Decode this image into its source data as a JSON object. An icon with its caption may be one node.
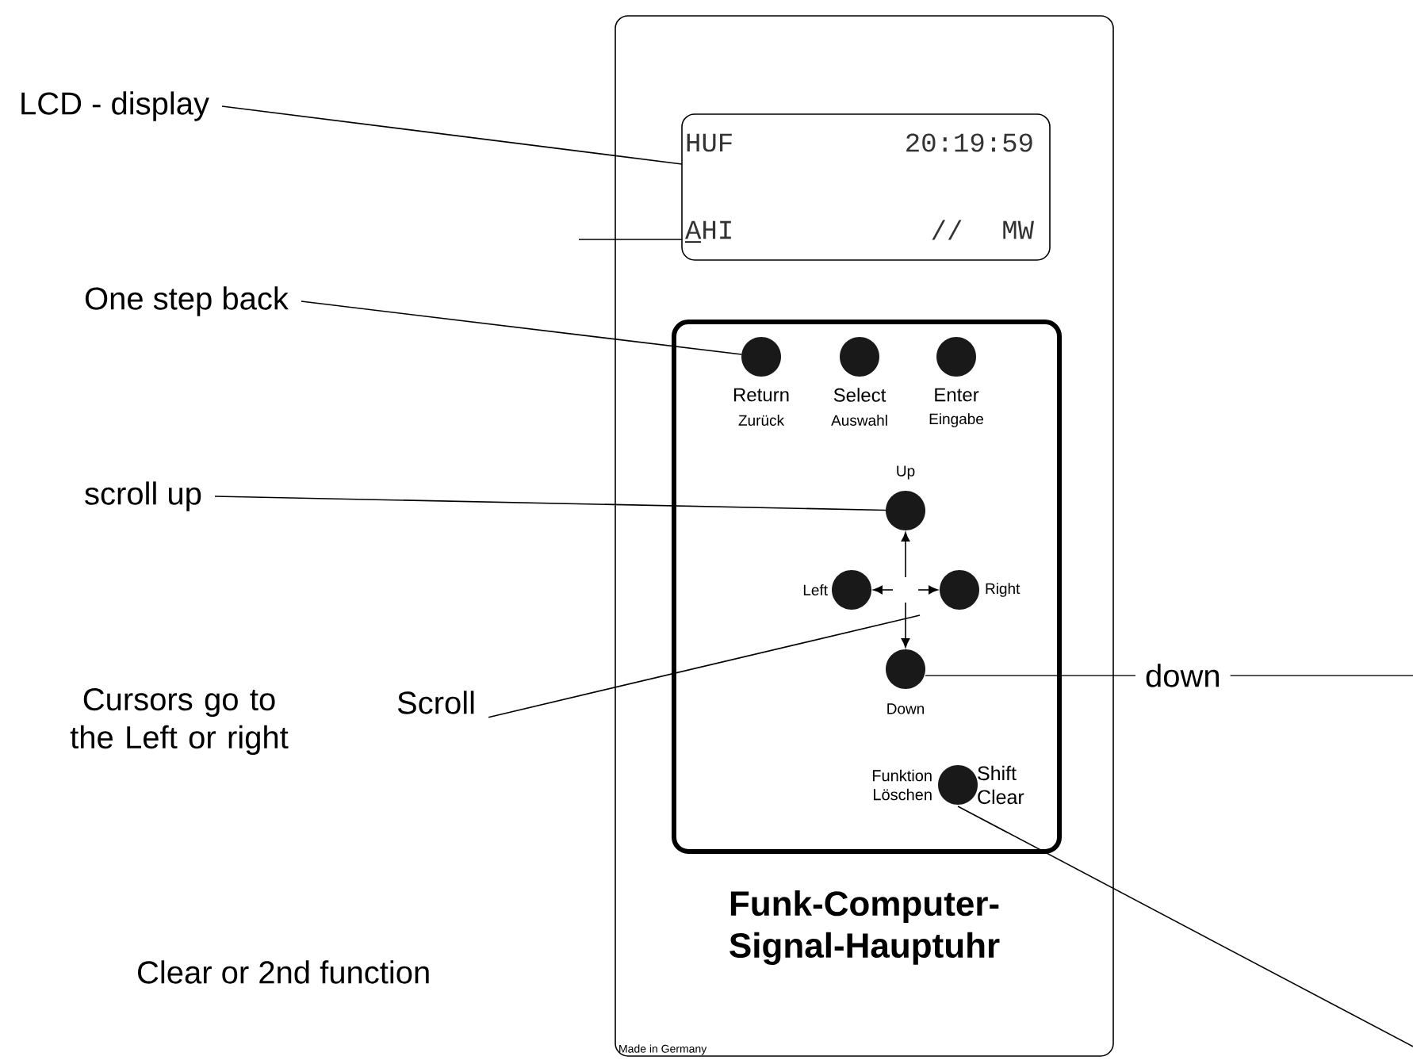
{
  "diagram": {
    "nodes": [
      {
        "text": [
          "Funk-Computer- Signal-Hauptuhr",
          "Made in Germany"
        ]
      },
      {
        "text": [
          "HUF",
          "20:19:59",
          "AHI",
          "//",
          "MW"
        ],
        "in": 0
      },
      {
        "text": [],
        "shape": "box",
        "in": 0
      },
      {
        "text": [],
        "shape": "circle",
        "in": 2,
        "beside": [
          "Return",
          "Zurück"
        ]
      },
      {
        "text": [],
        "shape": "circle",
        "in": 2,
        "beside": [
          "Select",
          "Auswahl"
        ]
      },
      {
        "text": [],
        "shape": "circle",
        "in": 2,
        "beside": [
          "Enter",
          "Eingabe"
        ]
      },
      {
        "text": [],
        "shape": "circle",
        "in": 2,
        "beside": [
          "Up"
        ]
      },
      {
        "text": [],
        "shape": "circle",
        "in": 2,
        "beside": [
          "Left"
        ]
      },
      {
        "text": [],
        "shape": "circle",
        "in": 2,
        "beside": [
          "Right"
        ]
      },
      {
        "text": [],
        "shape": "circle",
        "in": 2,
        "beside": [
          "Down"
        ]
      },
      {
        "text": [],
        "shape": "circle",
        "in": 2,
        "beside": [
          "Funktion Löschen",
          "Shift Clear"
        ]
      },
      {
        "text": [
          "LCD - display"
        ]
      },
      {
        "text": [
          "One step back"
        ]
      },
      {
        "text": [
          "scroll up"
        ]
      },
      {
        "text": [
          "Cursors go to the Left or right"
        ]
      },
      {
        "text": [
          "Scroll"
        ]
      },
      {
        "text": [
          "down"
        ]
      }
    ],
    "edges": [
      {
        "from": 11,
        "to": 1,
        "arrow": "none"
      },
      {
        "from": 12,
        "to": 3,
        "arrow": "none"
      },
      {
        "from": 13,
        "to": 6,
        "arrow": "none"
      },
      {
        "from": 15,
        "to": null,
        "arrow": "none"
      },
      {
        "from": 16,
        "to": 9,
        "arrow": "none"
      },
      {
        "from": 10,
        "to": null,
        "arrow": "none"
      },
      {
        "from": null,
        "to": 1,
        "arrow": "none"
      },
      {
        "from": null,
        "to": 7,
        "arrow": "to"
      },
      {
        "from": null,
        "to": 8,
        "arrow": "to"
      },
      {
        "from": null,
        "to": 6,
        "arrow": "to"
      },
      {
        "from": null,
        "to": 9,
        "arrow": "to"
      }
    ],
    "labels": [
      "Clear or 2nd function"
    ]
  }
}
